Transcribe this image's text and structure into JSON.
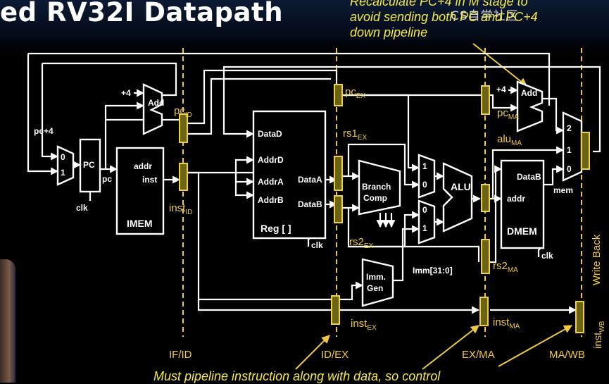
{
  "title": "ed RV32I Datapath",
  "watermark": "CS自学社区",
  "notes": {
    "top_line1": "Recalculate PC+4 in M stage to",
    "top_line2": "avoid sending both PC and PC+4",
    "top_line3": "down pipeline",
    "bottom": "Must pipeline instruction along with data, so control"
  },
  "stages": {
    "if_id": "IF/ID",
    "id_ex": "ID/EX",
    "ex_ma": "EX/MA",
    "ma_wb": "MA/WB",
    "write_back": "Write Back"
  },
  "blocks": {
    "pc": "PC",
    "imem": "IMEM",
    "imem_addr": "addr",
    "imem_inst": "inst",
    "reg": "Reg [ ]",
    "datad": "DataD",
    "addrd": "AddrD",
    "addra": "AddrA",
    "addrb": "AddrB",
    "dataa": "DataA",
    "datab": "DataB",
    "branch1": "Branch",
    "branch2": "Comp",
    "imm1": "Imm.",
    "imm2": "Gen",
    "alu": "ALU",
    "dmem": "DMEM",
    "dmem_addr": "addr",
    "dmem_datab": "DataB",
    "add": "Add",
    "plus4": "+4",
    "clk": "clk",
    "pc_plus4": "pc+4",
    "pc_out": "pc",
    "imm_bus": "Imm[31:0]",
    "mem": "mem",
    "mux0": "0",
    "mux1": "1",
    "mux2": "2"
  },
  "pipeline_labels": {
    "pc_id_base": "pc",
    "pc_id_sub": "ID",
    "inst_id_base": "inst",
    "inst_id_sub": "ID",
    "pc_ex_base": "pc",
    "pc_ex_sub": "EX",
    "rs1_ex_base": "rs1",
    "rs1_ex_sub": "EX",
    "rs2_ex_base": "rs2",
    "rs2_ex_sub": "EX",
    "inst_ex_base": "inst",
    "inst_ex_sub": "EX",
    "pc_ma_base": "pc",
    "pc_ma_sub": "MA",
    "alu_ma_base": "alu",
    "alu_ma_sub": "MA",
    "rs2_ma_base": "rs2",
    "rs2_ma_sub": "MA",
    "inst_ma_base": "inst",
    "inst_ma_sub": "MA",
    "inst_wb_base": "inst",
    "inst_wb_sub": "WB"
  }
}
